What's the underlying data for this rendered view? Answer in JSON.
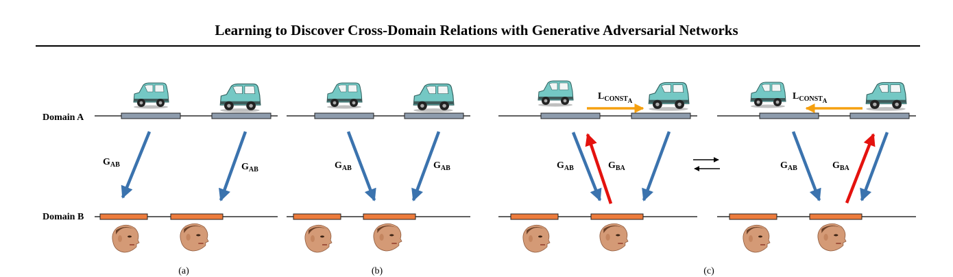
{
  "title": "Learning to Discover Cross-Domain Relations with Generative Adversarial Networks",
  "domain_a_label": "Domain A",
  "domain_b_label": "Domain B",
  "g_letter": "G",
  "ab": "AB",
  "ba": "BA",
  "l_letter": "L",
  "const": "CONST",
  "const_sub": "A",
  "captions": [
    "(a)",
    "(b)",
    "(c)"
  ],
  "colors": {
    "domain_a_bar": "#8e9cad",
    "domain_b_bar": "#ec7b3c",
    "g_ab_arrow": "#3b73ae",
    "g_ba_arrow": "#e4120e",
    "const_arrow": "#f5a010",
    "car": "#74c8c4",
    "face": "#d49a76"
  },
  "icons": [
    "car-icon",
    "face-icon",
    "swap-arrows-icon"
  ]
}
